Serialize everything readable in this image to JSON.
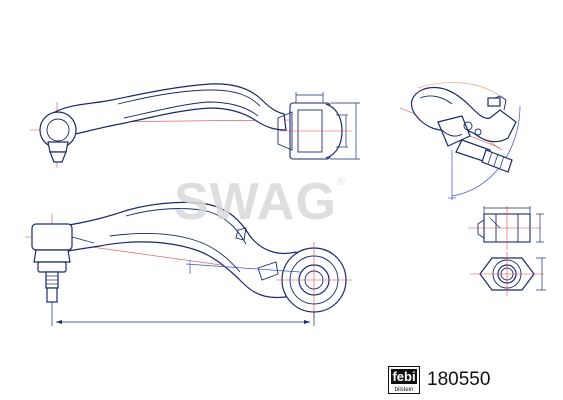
{
  "watermark": {
    "brand": "SWAG",
    "trademark": "®"
  },
  "logo": {
    "icon": "febi-bilstein-logo-icon",
    "primary_text": "febi",
    "secondary_text": "bilstein"
  },
  "part_number": "180550",
  "colors": {
    "outline": "#1a2a6c",
    "centerline": "#e04545",
    "dimension": "#3b54c9",
    "watermark": "#d9d9d9"
  }
}
